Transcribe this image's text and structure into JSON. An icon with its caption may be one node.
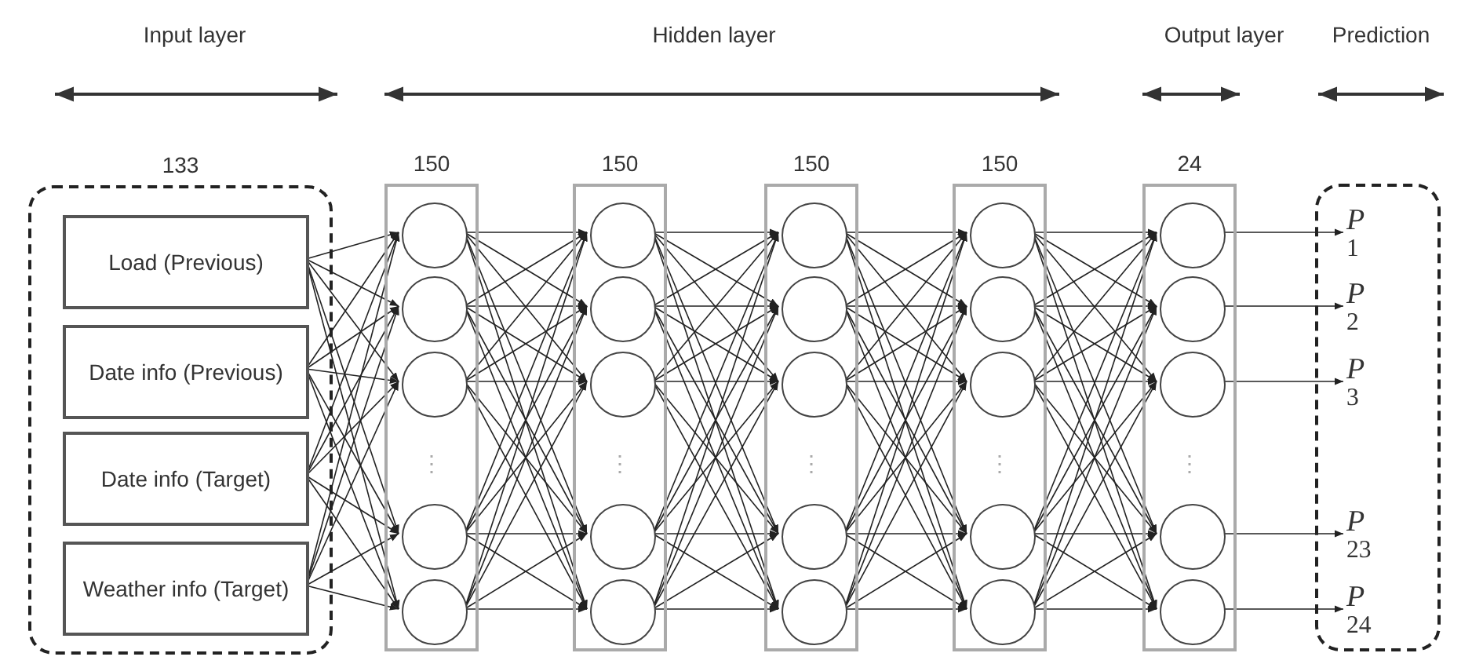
{
  "diagram": {
    "nodes": [
      {
        "text": [
          "133"
        ]
      },
      {
        "text": [
          "Load (Previous)"
        ],
        "in": 0
      },
      {
        "text": [
          "Date info (Previous)"
        ],
        "in": 0
      },
      {
        "text": [
          "Date info (Target)"
        ],
        "in": 0
      },
      {
        "text": [
          "Weather info (Target)"
        ],
        "in": 0
      },
      {
        "text": [
          "150"
        ]
      },
      {
        "text": [],
        "shape": "circle",
        "in": 5
      },
      {
        "text": [],
        "shape": "circle",
        "in": 5
      },
      {
        "text": [],
        "shape": "circle",
        "in": 5
      },
      {
        "text": [],
        "shape": "circle",
        "in": 5
      },
      {
        "text": [],
        "shape": "circle",
        "in": 5
      },
      {
        "text": [
          "150"
        ]
      },
      {
        "text": [],
        "shape": "circle",
        "in": 11
      },
      {
        "text": [],
        "shape": "circle",
        "in": 11
      },
      {
        "text": [],
        "shape": "circle",
        "in": 11
      },
      {
        "text": [],
        "shape": "circle",
        "in": 11
      },
      {
        "text": [],
        "shape": "circle",
        "in": 11
      },
      {
        "text": [
          "150"
        ]
      },
      {
        "text": [],
        "shape": "circle",
        "in": 17
      },
      {
        "text": [],
        "shape": "circle",
        "in": 17
      },
      {
        "text": [],
        "shape": "circle",
        "in": 17
      },
      {
        "text": [],
        "shape": "circle",
        "in": 17
      },
      {
        "text": [],
        "shape": "circle",
        "in": 17
      },
      {
        "text": [
          "150"
        ]
      },
      {
        "text": [],
        "shape": "circle",
        "in": 23
      },
      {
        "text": [],
        "shape": "circle",
        "in": 23
      },
      {
        "text": [],
        "shape": "circle",
        "in": 23
      },
      {
        "text": [],
        "shape": "circle",
        "in": 23
      },
      {
        "text": [],
        "shape": "circle",
        "in": 23
      },
      {
        "text": [
          "24"
        ]
      },
      {
        "text": [],
        "shape": "circle",
        "in": 29
      },
      {
        "text": [],
        "shape": "circle",
        "in": 29
      },
      {
        "text": [],
        "shape": "circle",
        "in": 29
      },
      {
        "text": [],
        "shape": "circle",
        "in": 29
      },
      {
        "text": [],
        "shape": "circle",
        "in": 29
      },
      {
        "text": [],
        "shape": "box"
      },
      {
        "text": [
          "*P*$_{1}$"
        ],
        "in": 35
      },
      {
        "text": [
          "*P*$_{2}$"
        ],
        "in": 35
      },
      {
        "text": [
          "*P*$_{3}$"
        ],
        "in": 35
      },
      {
        "text": [
          "*P*$_{23}$"
        ],
        "in": 35
      },
      {
        "text": [
          "*P*$_{24}$"
        ],
        "in": 35
      }
    ],
    "edges": [
      {
        "from": 1,
        "to": 6,
        "arrow": "to"
      },
      {
        "from": 1,
        "to": 7,
        "arrow": "to"
      },
      {
        "from": 1,
        "to": 8,
        "arrow": "to"
      },
      {
        "from": 1,
        "to": 9,
        "arrow": "to"
      },
      {
        "from": 1,
        "to": 10,
        "arrow": "to"
      },
      {
        "from": 2,
        "to": 6,
        "arrow": "to"
      },
      {
        "from": 2,
        "to": 7,
        "arrow": "to"
      },
      {
        "from": 2,
        "to": 8,
        "arrow": "to"
      },
      {
        "from": 2,
        "to": 9,
        "arrow": "to"
      },
      {
        "from": 2,
        "to": 10,
        "arrow": "to"
      },
      {
        "from": 3,
        "to": 6,
        "arrow": "to"
      },
      {
        "from": 3,
        "to": 7,
        "arrow": "to"
      },
      {
        "from": 3,
        "to": 8,
        "arrow": "to"
      },
      {
        "from": 3,
        "to": 9,
        "arrow": "to"
      },
      {
        "from": 3,
        "to": 10,
        "arrow": "to"
      },
      {
        "from": 4,
        "to": 6,
        "arrow": "to"
      },
      {
        "from": 4,
        "to": 7,
        "arrow": "to"
      },
      {
        "from": 4,
        "to": 8,
        "arrow": "to"
      },
      {
        "from": 4,
        "to": 9,
        "arrow": "to"
      },
      {
        "from": 4,
        "to": 10,
        "arrow": "to"
      },
      {
        "from": 6,
        "to": 12,
        "arrow": "to"
      },
      {
        "from": 6,
        "to": 13,
        "arrow": "to"
      },
      {
        "from": 6,
        "to": 14,
        "arrow": "to"
      },
      {
        "from": 6,
        "to": 15,
        "arrow": "to"
      },
      {
        "from": 6,
        "to": 16,
        "arrow": "to"
      },
      {
        "from": 7,
        "to": 12,
        "arrow": "to"
      },
      {
        "from": 7,
        "to": 13,
        "arrow": "to"
      },
      {
        "from": 7,
        "to": 14,
        "arrow": "to"
      },
      {
        "from": 7,
        "to": 15,
        "arrow": "to"
      },
      {
        "from": 7,
        "to": 16,
        "arrow": "to"
      },
      {
        "from": 8,
        "to": 12,
        "arrow": "to"
      },
      {
        "from": 8,
        "to": 13,
        "arrow": "to"
      },
      {
        "from": 8,
        "to": 14,
        "arrow": "to"
      },
      {
        "from": 8,
        "to": 15,
        "arrow": "to"
      },
      {
        "from": 8,
        "to": 16,
        "arrow": "to"
      },
      {
        "from": 9,
        "to": 12,
        "arrow": "to"
      },
      {
        "from": 9,
        "to": 13,
        "arrow": "to"
      },
      {
        "from": 9,
        "to": 14,
        "arrow": "to"
      },
      {
        "from": 9,
        "to": 15,
        "arrow": "to"
      },
      {
        "from": 9,
        "to": 16,
        "arrow": "to"
      },
      {
        "from": 10,
        "to": 12,
        "arrow": "to"
      },
      {
        "from": 10,
        "to": 13,
        "arrow": "to"
      },
      {
        "from": 10,
        "to": 14,
        "arrow": "to"
      },
      {
        "from": 10,
        "to": 15,
        "arrow": "to"
      },
      {
        "from": 10,
        "to": 16,
        "arrow": "to"
      },
      {
        "from": 12,
        "to": 18,
        "arrow": "to"
      },
      {
        "from": 12,
        "to": 19,
        "arrow": "to"
      },
      {
        "from": 12,
        "to": 20,
        "arrow": "to"
      },
      {
        "from": 12,
        "to": 21,
        "arrow": "to"
      },
      {
        "from": 12,
        "to": 22,
        "arrow": "to"
      },
      {
        "from": 13,
        "to": 18,
        "arrow": "to"
      },
      {
        "from": 13,
        "to": 19,
        "arrow": "to"
      },
      {
        "from": 13,
        "to": 20,
        "arrow": "to"
      },
      {
        "from": 13,
        "to": 21,
        "arrow": "to"
      },
      {
        "from": 13,
        "to": 22,
        "arrow": "to"
      },
      {
        "from": 14,
        "to": 18,
        "arrow": "to"
      },
      {
        "from": 14,
        "to": 19,
        "arrow": "to"
      },
      {
        "from": 14,
        "to": 20,
        "arrow": "to"
      },
      {
        "from": 14,
        "to": 21,
        "arrow": "to"
      },
      {
        "from": 14,
        "to": 22,
        "arrow": "to"
      },
      {
        "from": 15,
        "to": 18,
        "arrow": "to"
      },
      {
        "from": 15,
        "to": 19,
        "arrow": "to"
      },
      {
        "from": 15,
        "to": 20,
        "arrow": "to"
      },
      {
        "from": 15,
        "to": 21,
        "arrow": "to"
      },
      {
        "from": 15,
        "to": 22,
        "arrow": "to"
      },
      {
        "from": 16,
        "to": 18,
        "arrow": "to"
      },
      {
        "from": 16,
        "to": 19,
        "arrow": "to"
      },
      {
        "from": 16,
        "to": 20,
        "arrow": "to"
      },
      {
        "from": 16,
        "to": 21,
        "arrow": "to"
      },
      {
        "from": 16,
        "to": 22,
        "arrow": "to"
      },
      {
        "from": 18,
        "to": 24,
        "arrow": "to"
      },
      {
        "from": 18,
        "to": 25,
        "arrow": "to"
      },
      {
        "from": 18,
        "to": 26,
        "arrow": "to"
      },
      {
        "from": 18,
        "to": 27,
        "arrow": "to"
      },
      {
        "from": 18,
        "to": 28,
        "arrow": "to"
      },
      {
        "from": 19,
        "to": 24,
        "arrow": "to"
      },
      {
        "from": 19,
        "to": 25,
        "arrow": "to"
      },
      {
        "from": 19,
        "to": 26,
        "arrow": "to"
      },
      {
        "from": 19,
        "to": 27,
        "arrow": "to"
      },
      {
        "from": 19,
        "to": 28,
        "arrow": "to"
      },
      {
        "from": 20,
        "to": 24,
        "arrow": "to"
      },
      {
        "from": 20,
        "to": 25,
        "arrow": "to"
      },
      {
        "from": 20,
        "to": 26,
        "arrow": "to"
      },
      {
        "from": 20,
        "to": 27,
        "arrow": "to"
      },
      {
        "from": 20,
        "to": 28,
        "arrow": "to"
      },
      {
        "from": 21,
        "to": 24,
        "arrow": "to"
      },
      {
        "from": 21,
        "to": 25,
        "arrow": "to"
      },
      {
        "from": 21,
        "to": 26,
        "arrow": "to"
      },
      {
        "from": 21,
        "to": 27,
        "arrow": "to"
      },
      {
        "from": 21,
        "to": 28,
        "arrow": "to"
      },
      {
        "from": 22,
        "to": 24,
        "arrow": "to"
      },
      {
        "from": 22,
        "to": 25,
        "arrow": "to"
      },
      {
        "from": 22,
        "to": 26,
        "arrow": "to"
      },
      {
        "from": 22,
        "to": 27,
        "arrow": "to"
      },
      {
        "from": 22,
        "to": 28,
        "arrow": "to"
      },
      {
        "from": 24,
        "to": 30,
        "arrow": "to"
      },
      {
        "from": 24,
        "to": 31,
        "arrow": "to"
      },
      {
        "from": 24,
        "to": 32,
        "arrow": "to"
      },
      {
        "from": 24,
        "to": 33,
        "arrow": "to"
      },
      {
        "from": 24,
        "to": 34,
        "arrow": "to"
      },
      {
        "from": 25,
        "to": 30,
        "arrow": "to"
      },
      {
        "from": 25,
        "to": 31,
        "arrow": "to"
      },
      {
        "from": 25,
        "to": 32,
        "arrow": "to"
      },
      {
        "from": 25,
        "to": 33,
        "arrow": "to"
      },
      {
        "from": 25,
        "to": 34,
        "arrow": "to"
      },
      {
        "from": 26,
        "to": 30,
        "arrow": "to"
      },
      {
        "from": 26,
        "to": 31,
        "arrow": "to"
      },
      {
        "from": 26,
        "to": 32,
        "arrow": "to"
      },
      {
        "from": 26,
        "to": 33,
        "arrow": "to"
      },
      {
        "from": 26,
        "to": 34,
        "arrow": "to"
      },
      {
        "from": 27,
        "to": 30,
        "arrow": "to"
      },
      {
        "from": 27,
        "to": 31,
        "arrow": "to"
      },
      {
        "from": 27,
        "to": 32,
        "arrow": "to"
      },
      {
        "from": 27,
        "to": 33,
        "arrow": "to"
      },
      {
        "from": 27,
        "to": 34,
        "arrow": "to"
      },
      {
        "from": 28,
        "to": 30,
        "arrow": "to"
      },
      {
        "from": 28,
        "to": 31,
        "arrow": "to"
      },
      {
        "from": 28,
        "to": 32,
        "arrow": "to"
      },
      {
        "from": 28,
        "to": 33,
        "arrow": "to"
      },
      {
        "from": 28,
        "to": 34,
        "arrow": "to"
      },
      {
        "from": 30,
        "to": 36,
        "arrow": "to"
      },
      {
        "from": 31,
        "to": 37,
        "arrow": "to"
      },
      {
        "from": 32,
        "to": 38,
        "arrow": "to"
      },
      {
        "from": 33,
        "to": 39,
        "arrow": "to"
      },
      {
        "from": 34,
        "to": 40,
        "arrow": "to"
      }
    ],
    "labels": [
      "Input layer",
      "Hidden layer",
      "Output layer",
      "Prediction",
      "⋮",
      "⋮",
      "⋮",
      "⋮",
      "⋮"
    ]
  }
}
